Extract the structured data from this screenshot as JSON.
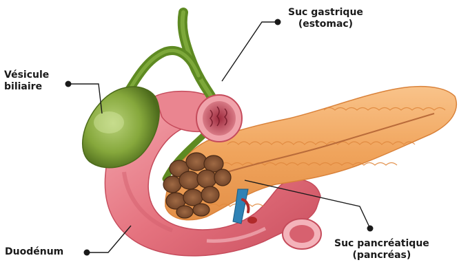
{
  "labels": {
    "suc_gastrique": {
      "line1": "Suc gastrique",
      "line2": "(estomac)"
    },
    "vesicule": {
      "line1": "Vésicule",
      "line2": "biliaire"
    },
    "duodenum": {
      "line1": "Duodénum"
    },
    "suc_pancreatique": {
      "line1": "Suc pancréatique",
      "line2": "(pancréas)"
    }
  },
  "colors": {
    "text": "#1a1a1a",
    "leader": "#1a1a1a",
    "duodenum": "#e77a86",
    "pancreas": "#f2a55f",
    "gallbladder": "#7fa336",
    "bile_duct": "#6f9a2c",
    "stomach_cut": "#c44a5e",
    "pancreatic_head": "#8a5a3c",
    "vessel_blue": "#2e7fb0",
    "vessel_red": "#b02a2a"
  }
}
